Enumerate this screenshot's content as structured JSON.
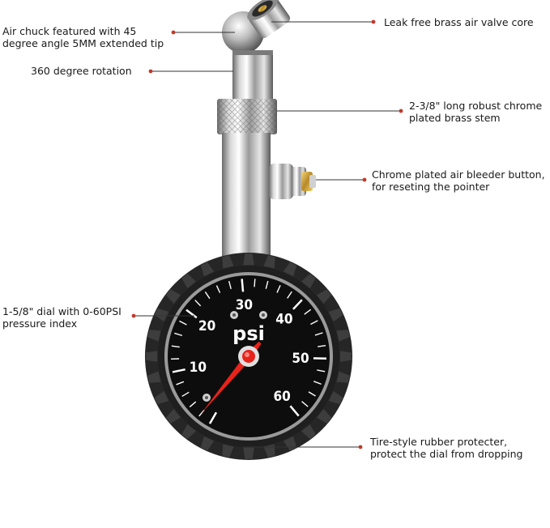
{
  "callouts": {
    "valve_core": {
      "lines": [
        "Leak free brass air valve core"
      ]
    },
    "air_chuck": {
      "lines": [
        "Air chuck featured with 45",
        "degree angle 5MM extended tip"
      ]
    },
    "rotation": {
      "lines": [
        "360 degree rotation"
      ]
    },
    "stem": {
      "lines": [
        "2-3/8\" long robust chrome",
        "plated brass stem"
      ]
    },
    "bleeder": {
      "lines": [
        "Chrome plated air bleeder button,",
        "for reseting the pointer"
      ]
    },
    "dial": {
      "lines": [
        "1-5/8\" dial with 0-60PSI",
        "pressure index"
      ]
    },
    "protector": {
      "lines": [
        "Tire-style rubber protecter,",
        "protect  the dial from dropping"
      ]
    }
  },
  "dial": {
    "unit": "psi",
    "scale_labels": [
      "10",
      "20",
      "30",
      "40",
      "50",
      "60"
    ],
    "pointer_value_psi": 2
  },
  "colors": {
    "leader_dot": "#c0392b",
    "pointer": "#e8231a",
    "dial_face": "#0d0d0d",
    "rubber": "#262626"
  }
}
